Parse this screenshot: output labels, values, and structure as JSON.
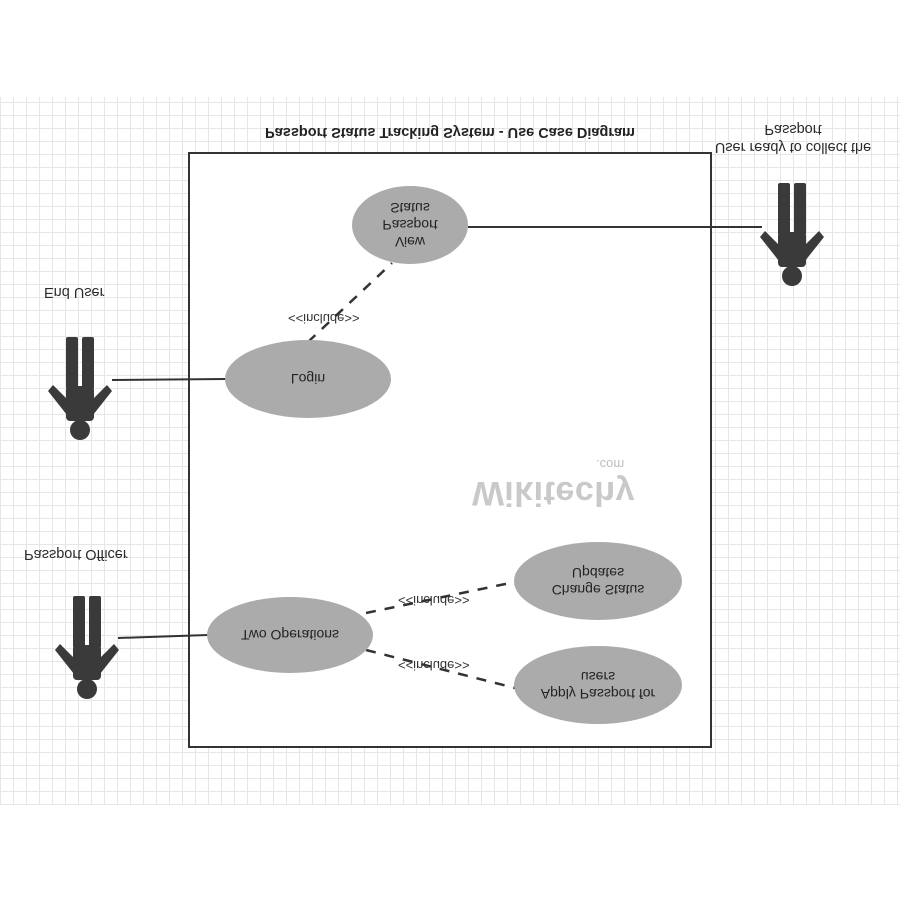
{
  "diagram": {
    "title": "Passport Status Tracking System - Use Case Diagram",
    "watermark": {
      "main": "Wikitechy",
      "sub": ".com"
    },
    "actors": [
      {
        "id": "passport-officer",
        "label": "Passport Officer"
      },
      {
        "id": "end-user",
        "label": "End User"
      },
      {
        "id": "user-collect",
        "label": "User ready to collect the\nPassport"
      }
    ],
    "use_cases": [
      {
        "id": "two-operations",
        "label": "Two Operations"
      },
      {
        "id": "apply-passport",
        "label": "Apply Passport for\nusers"
      },
      {
        "id": "change-status",
        "label": "Change Status\nUpdates"
      },
      {
        "id": "login",
        "label": "Login"
      },
      {
        "id": "view-status",
        "label": "View\nPassport\nStatus"
      }
    ],
    "relations": [
      {
        "from": "passport-officer",
        "to": "two-operations",
        "type": "association"
      },
      {
        "from": "end-user",
        "to": "login",
        "type": "association"
      },
      {
        "from": "user-collect",
        "to": "view-status",
        "type": "association"
      },
      {
        "from": "two-operations",
        "to": "apply-passport",
        "type": "include",
        "label": "<<include>>"
      },
      {
        "from": "two-operations",
        "to": "change-status",
        "type": "include",
        "label": "<<include>>"
      },
      {
        "from": "login",
        "to": "view-status",
        "type": "include",
        "label": "<<include>>"
      }
    ],
    "colors": {
      "use_case_fill": "#ababab",
      "actor_fill": "#3a3a3a",
      "line": "#333333",
      "grid": "#e6e6e6"
    }
  }
}
